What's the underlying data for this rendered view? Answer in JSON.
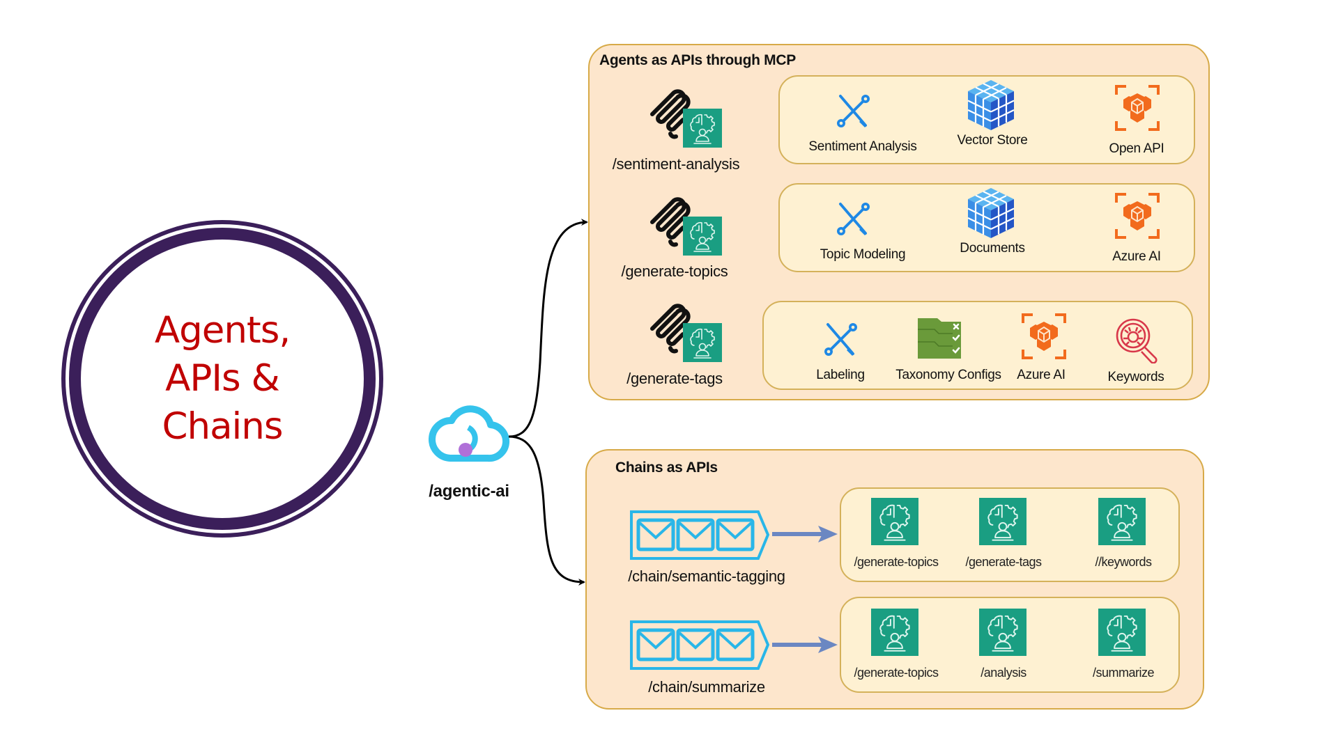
{
  "center": {
    "lines": [
      "Agents,",
      "APIs &",
      "Chains"
    ],
    "text_color": "#c00000",
    "ring_color": "#3b1f5a"
  },
  "gateway": {
    "label": "/agentic-ai",
    "icon": "cloud-api-icon"
  },
  "agents_panel": {
    "title": "Agents as APIs through MCP",
    "agents": [
      {
        "endpoint": "/sentiment-analysis",
        "icon": "mcp-agent-icon",
        "tools": [
          {
            "label": "Sentiment Analysis",
            "icon": "tools-icon"
          },
          {
            "label": "Vector Store",
            "icon": "cube-storage-icon"
          },
          {
            "label": "Open API",
            "icon": "azure-ai-icon"
          }
        ]
      },
      {
        "endpoint": "/generate-topics",
        "icon": "mcp-agent-icon",
        "tools": [
          {
            "label": "Topic Modeling",
            "icon": "tools-icon"
          },
          {
            "label": "Documents",
            "icon": "cube-storage-icon"
          },
          {
            "label": "Azure AI",
            "icon": "azure-ai-icon"
          }
        ]
      },
      {
        "endpoint": "/generate-tags",
        "icon": "mcp-agent-icon",
        "tools": [
          {
            "label": "Labeling",
            "icon": "tools-icon"
          },
          {
            "label": "Taxonomy Configs",
            "icon": "taxonomy-list-icon"
          },
          {
            "label": "Azure AI",
            "icon": "azure-ai-icon"
          },
          {
            "label": "Keywords",
            "icon": "keyword-search-icon"
          }
        ]
      }
    ]
  },
  "chains_panel": {
    "title": "Chains as APIs",
    "chains": [
      {
        "endpoint": "/chain/semantic-tagging",
        "icon": "queue-icon",
        "steps": [
          "/generate-topics",
          "/generate-tags",
          "//keywords"
        ]
      },
      {
        "endpoint": "/chain/summarize",
        "icon": "queue-icon",
        "steps": [
          "/generate-topics",
          "/analysis",
          "/summarize"
        ]
      }
    ]
  },
  "colors": {
    "panel_fill": "#fde6cc",
    "panel_border": "#d7aa48",
    "row_fill": "#fef1d2",
    "agent_green": "#1a9e82",
    "tool_blue": "#1e88e5",
    "azure_orange": "#f26b1d",
    "taxonomy_green": "#6a9a3a",
    "keyword_red": "#d8384a",
    "queue_cyan": "#29b6e8",
    "flow_arrow": "#6b87c2"
  }
}
